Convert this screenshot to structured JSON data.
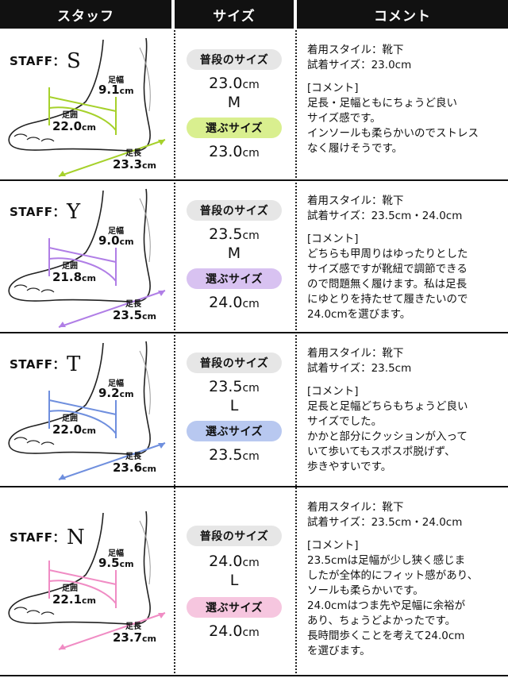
{
  "header": {
    "staff": "スタッフ",
    "size": "サイズ",
    "comment": "コメント"
  },
  "labels": {
    "staff_prefix": "STAFF：",
    "normal_size": "普段のサイズ",
    "chosen_size": "選ぶサイズ",
    "width": "足幅",
    "girth": "足囲",
    "length": "足長",
    "cm": "cm",
    "comment_head": "[コメント]"
  },
  "rows": [
    {
      "letter": "S",
      "accent": "#a6d12b",
      "pill": "#d9ef8f",
      "width": "9.1",
      "girth": "22.0",
      "length": "23.3",
      "normal_size": "23.0",
      "normal_letter": "M",
      "chosen_size": "23.0",
      "style_line": "着用スタイル：靴下",
      "trial_line": "試着サイズ：23.0cm",
      "comment": [
        "足長・足幅ともにちょうど良い",
        "サイズ感です。",
        "インソールも柔らかいのでストレス",
        "なく履けそうです。"
      ]
    },
    {
      "letter": "Y",
      "accent": "#b07ee6",
      "pill": "#d8c2f1",
      "width": "9.0",
      "girth": "21.8",
      "length": "23.5",
      "normal_size": "23.5",
      "normal_letter": "M",
      "chosen_size": "24.0",
      "style_line": "着用スタイル：靴下",
      "trial_line": "試着サイズ：23.5cm・24.0cm",
      "comment": [
        "どちらも甲周りはゆったりとした",
        "サイズ感ですが靴紐で調節できる",
        "ので問題無く履けます。私は足長",
        "にゆとりを持たせて履きたいので",
        "24.0cmを選びます。"
      ]
    },
    {
      "letter": "T",
      "accent": "#6f8fde",
      "pill": "#b8c8f0",
      "width": "9.2",
      "girth": "22.0",
      "length": "23.6",
      "normal_size": "23.5",
      "normal_letter": "L",
      "chosen_size": "23.5",
      "style_line": "着用スタイル：靴下",
      "trial_line": "試着サイズ：23.5cm",
      "comment": [
        "足長と足幅どちらもちょうど良い",
        "サイズでした。",
        "かかと部分にクッションが入って",
        "いて歩いてもスポスポ脱げず、",
        "歩きやすいです。"
      ]
    },
    {
      "letter": "N",
      "accent": "#f08cc4",
      "pill": "#f6c6df",
      "width": "9.5",
      "girth": "22.1",
      "length": "23.7",
      "normal_size": "24.0",
      "normal_letter": "L",
      "chosen_size": "24.0",
      "style_line": "着用スタイル：靴下",
      "trial_line": "試着サイズ：23.5cm・24.0cm",
      "comment": [
        "23.5cmは足幅が少し狭く感じま",
        "したが全体的にフィット感があり、",
        "ソールも柔らかいです。",
        "24.0cmはつま先や足幅に余裕が",
        "あり、ちょうどよかったです。",
        "長時間歩くことを考えて24.0cm",
        "を選びます。"
      ]
    }
  ]
}
